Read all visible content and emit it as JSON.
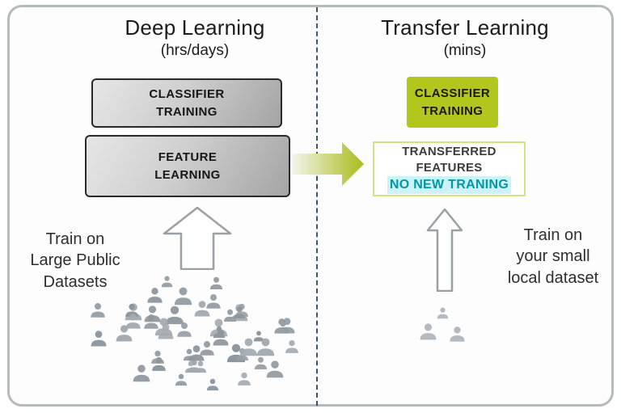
{
  "diagram": {
    "left": {
      "title": "Deep Learning",
      "subtitle": "(hrs/days)",
      "classifier_box_label": "CLASSIFIER\nTRAINING",
      "feature_box_label": "FEATURE\nLEARNING",
      "caption": "Train on\nLarge Public\nDatasets",
      "crowd_count": 48
    },
    "right": {
      "title": "Transfer Learning",
      "subtitle": "(mins)",
      "classifier_box_label": "CLASSIFIER\nTRAINING",
      "transfer_box_line1": "TRANSFERRED",
      "transfer_box_line2": "FEATURES",
      "transfer_box_line3": "NO NEW TRANING",
      "caption": "Train on\nyour small\nlocal dataset",
      "group_count": 3
    },
    "colors": {
      "accent_green": "#b3c61e",
      "arrow_gradient_start": "#f5f5ec",
      "arrow_gradient_end": "#a9bc1b",
      "teal": "#0097a7",
      "teal_bg": "#cdf3f6",
      "divider": "#3d566b",
      "person_gray": "#99a1a8",
      "frame_border": "#b5bbbb"
    }
  }
}
